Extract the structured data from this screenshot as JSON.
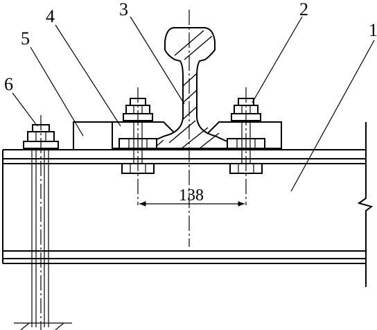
{
  "labels": {
    "beam": "1",
    "clamp_bolt": "2",
    "rail": "3",
    "clamp_plate": "4",
    "spacer_block": "5",
    "anchor_bolt": "6"
  },
  "dimension": {
    "bolt_spacing": "138"
  }
}
